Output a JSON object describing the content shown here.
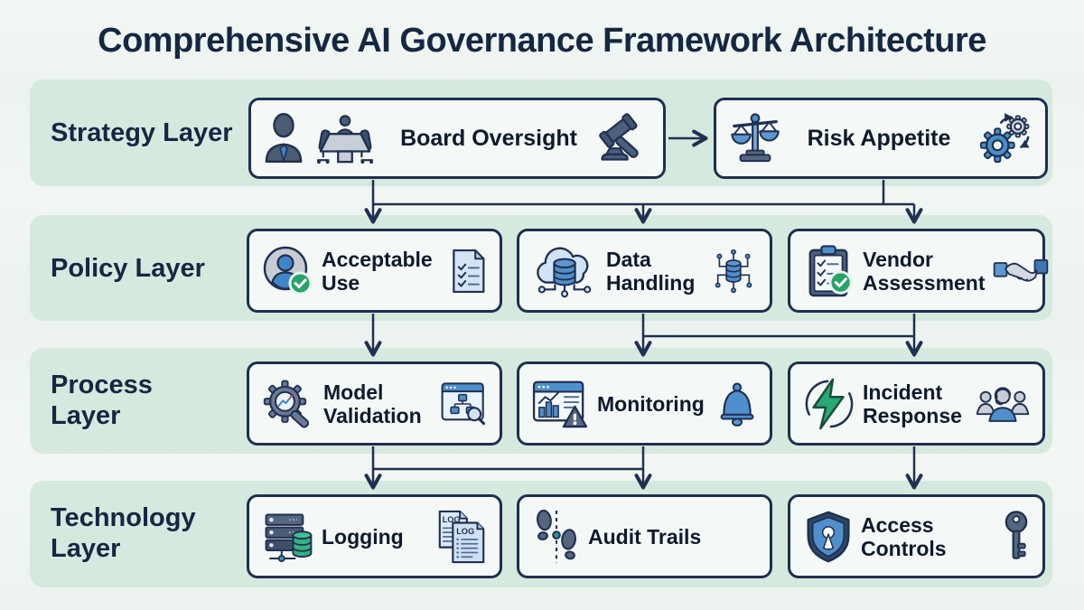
{
  "title": "Comprehensive AI Governance Framework Architecture",
  "icon_text": {
    "log": "LOG"
  },
  "colors": {
    "navy_line": "#203050",
    "band_mint": "#d6e9df",
    "box_fill": "#f4f9f8",
    "accent_blue": "#4f8fcb",
    "slate": "#55677f",
    "check_green": "#27a36a",
    "bolt_green": "#2aa876",
    "server_db_green": "#35b184"
  },
  "layers": [
    {
      "label": "Strategy Layer",
      "boxes": [
        {
          "label": "Board Oversight"
        },
        {
          "label": "Risk Appetite"
        }
      ]
    },
    {
      "label": "Policy Layer",
      "boxes": [
        {
          "label": "Acceptable Use"
        },
        {
          "label": "Data Handling"
        },
        {
          "label": "Vendor Assessment"
        }
      ]
    },
    {
      "label": "Process Layer",
      "boxes": [
        {
          "label": "Model Validation"
        },
        {
          "label": "Monitoring"
        },
        {
          "label": "Incident Response"
        }
      ]
    },
    {
      "label": "Technology Layer",
      "boxes": [
        {
          "label": "Logging"
        },
        {
          "label": "Audit Trails"
        },
        {
          "label": "Access Controls"
        }
      ]
    }
  ],
  "flows": [
    "Board Oversight -> Risk Appetite",
    "Strategy Layer -> Acceptable Use, Data Handling, Vendor Assessment",
    "Acceptable Use -> Model Validation",
    "Data Handling & Vendor Assessment -> Monitoring, Incident Response",
    "Model Validation & Monitoring -> Logging, Audit Trails",
    "Incident Response -> Access Controls"
  ]
}
